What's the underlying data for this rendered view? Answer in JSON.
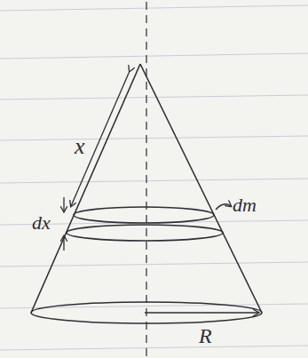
{
  "diagram": {
    "labels": [
      "x",
      "dx",
      "dm",
      "R"
    ]
  }
}
